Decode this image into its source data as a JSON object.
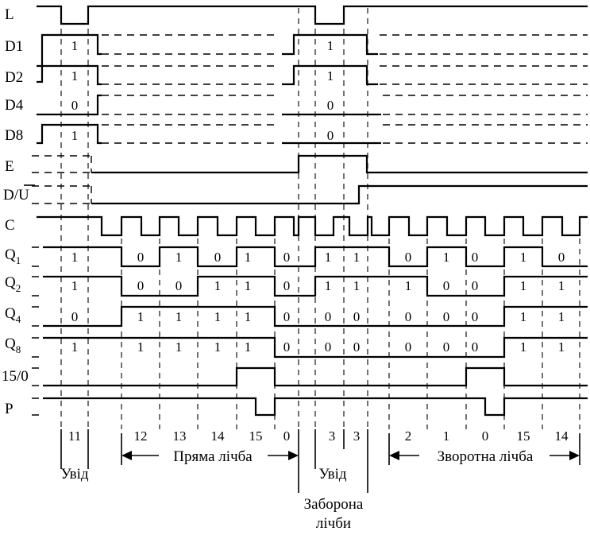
{
  "signals": [
    {
      "id": "L",
      "label": "L"
    },
    {
      "id": "D1",
      "label": "D1"
    },
    {
      "id": "D2",
      "label": "D2"
    },
    {
      "id": "D4",
      "label": "D4"
    },
    {
      "id": "D8",
      "label": "D8"
    },
    {
      "id": "E",
      "label": "E"
    },
    {
      "id": "DU",
      "label": "D/U",
      "overbar_part": "U"
    },
    {
      "id": "C",
      "label": "C"
    },
    {
      "id": "Q1",
      "label": "Q",
      "sub": "1"
    },
    {
      "id": "Q2",
      "label": "Q",
      "sub": "2"
    },
    {
      "id": "Q4",
      "label": "Q",
      "sub": "4"
    },
    {
      "id": "Q8",
      "label": "Q",
      "sub": "8"
    },
    {
      "id": "TC",
      "label": "15/0"
    },
    {
      "id": "P",
      "label": "P"
    }
  ],
  "input_values": {
    "D1": [
      "1",
      "1"
    ],
    "D2": [
      "1",
      "1"
    ],
    "D4": [
      "0",
      "0"
    ],
    "D8": [
      "1",
      "0"
    ]
  },
  "output_values": {
    "Q1": [
      "1",
      "0",
      "1",
      "0",
      "1",
      "0",
      "1",
      "1",
      "0",
      "1",
      "0",
      "1",
      "0"
    ],
    "Q2": [
      "1",
      "0",
      "0",
      "1",
      "1",
      "0",
      "1",
      "1",
      "1",
      "0",
      "0",
      "1",
      "1"
    ],
    "Q4": [
      "0",
      "1",
      "1",
      "1",
      "1",
      "0",
      "0",
      "0",
      "0",
      "0",
      "0",
      "1",
      "1"
    ],
    "Q8": [
      "1",
      "1",
      "1",
      "1",
      "1",
      "0",
      "0",
      "0",
      "0",
      "0",
      "0",
      "1",
      "1"
    ]
  },
  "counter_states": [
    "11",
    "12",
    "13",
    "14",
    "15",
    "0",
    "3",
    "3",
    "2",
    "1",
    "0",
    "15",
    "14"
  ],
  "annotations": {
    "load_1": "Увід",
    "count_up": "Пряма лічба",
    "load_2": "Увід",
    "count_inhibit_line1": "Заборона",
    "count_inhibit_line2": "лічби",
    "count_down": "Зворотна лічба"
  }
}
